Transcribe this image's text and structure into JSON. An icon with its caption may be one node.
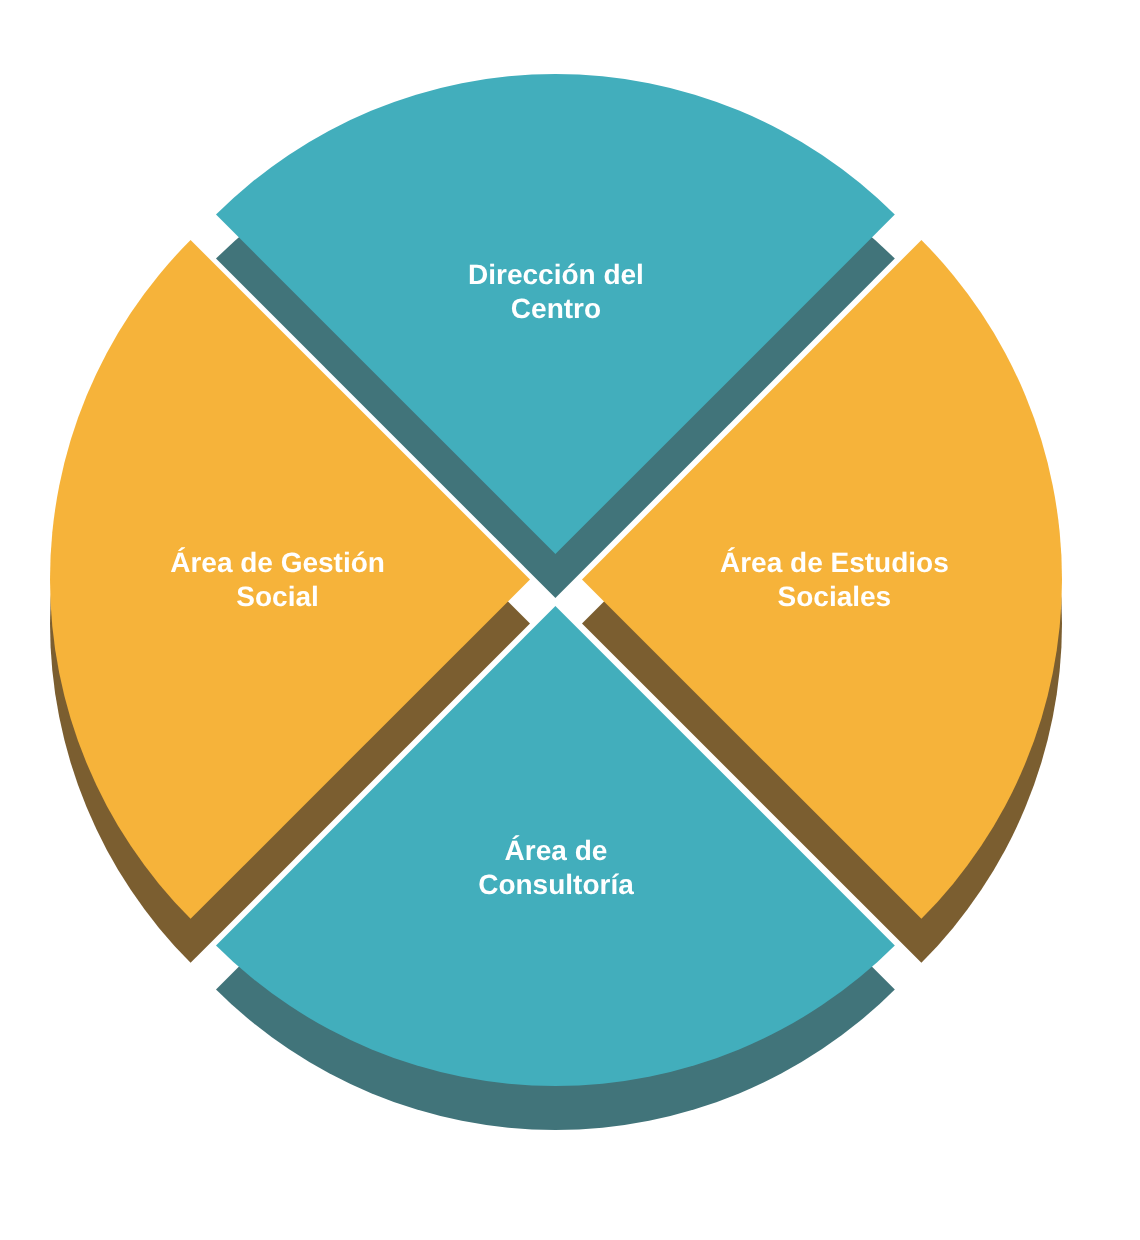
{
  "diagram": {
    "nodes": [
      {
        "text": [
          "Dirección del Centro"
        ]
      },
      {
        "text": [
          "Área de Gestión Social"
        ]
      },
      {
        "text": [
          "Área de Estudios Sociales"
        ]
      },
      {
        "text": [
          "Área de Consultoría"
        ]
      }
    ]
  }
}
